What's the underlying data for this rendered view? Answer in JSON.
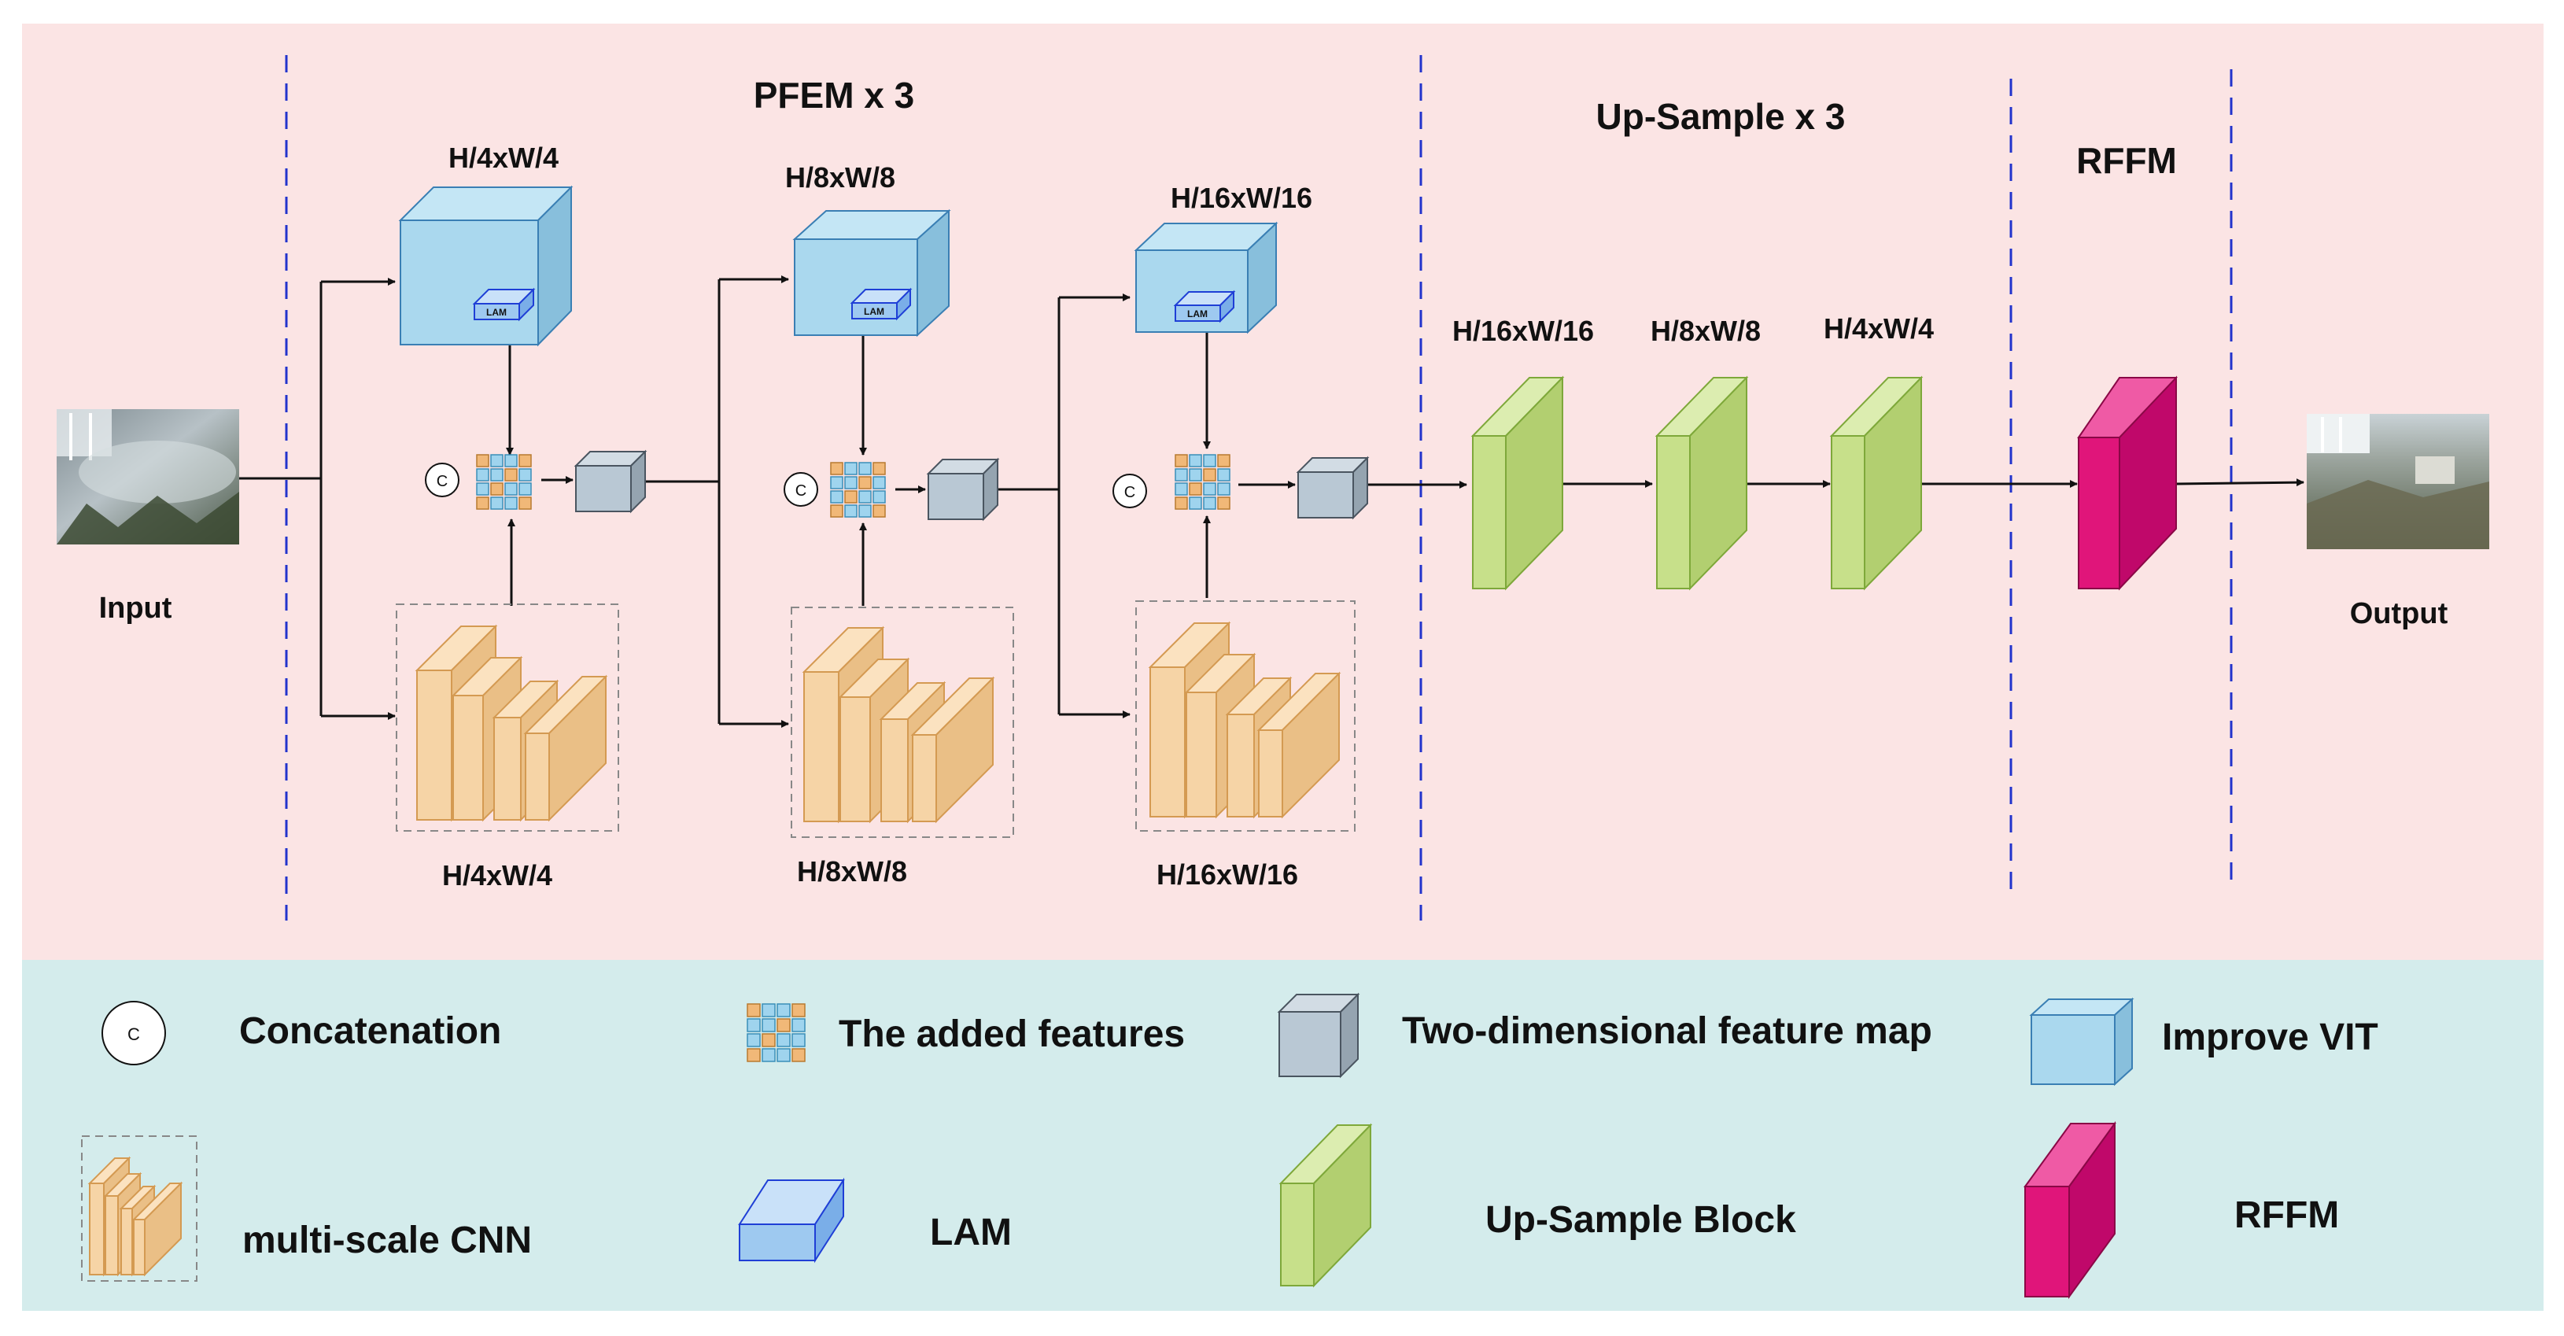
{
  "colors": {
    "top_panel": "#fbe4e4",
    "legend_panel": "#d4ecec",
    "divider": "#2233cc",
    "vit_front": "#aad8ee",
    "vit_stroke": "#3a7fb4",
    "lam_fill": "#9ec9f0",
    "lam_stroke": "#1f3fd6",
    "cnn_front": "#f6d4a6",
    "cnn_stroke": "#d49a52",
    "feature_orange": "#f1b878",
    "feature_blue": "#9fd4ee",
    "map_front": "#b9c8d4",
    "map_stroke": "#4a5560",
    "up_front": "#c7e08a",
    "up_stroke": "#7ea83a",
    "rffm_front": "#e0157a",
    "rffm_stroke": "#8a0846"
  },
  "labels": {
    "input": "Input",
    "output": "Output",
    "pfem": "PFEM x 3",
    "upsample": "Up-Sample x 3",
    "rffm": "RFFM",
    "vit1_size": "H/4xW/4",
    "vit2_size": "H/8xW/8",
    "vit3_size": "H/16xW/16",
    "cnn1_size": "H/4xW/4",
    "cnn2_size": "H/8xW/8",
    "cnn3_size": "H/16xW/16",
    "up1_size": "H/16xW/16",
    "up2_size": "H/8xW/8",
    "up3_size": "H/4xW/4",
    "lam": "LAM",
    "concat_symbol": "C"
  },
  "legend": {
    "concatenation": "Concatenation",
    "added_features": "The added features",
    "feature_map": "Two-dimensional feature map",
    "improve_vit": "Improve VIT",
    "multiscale_cnn": "multi-scale CNN",
    "lam": "LAM",
    "upsample_block": "Up-Sample Block",
    "rffm": "RFFM"
  }
}
